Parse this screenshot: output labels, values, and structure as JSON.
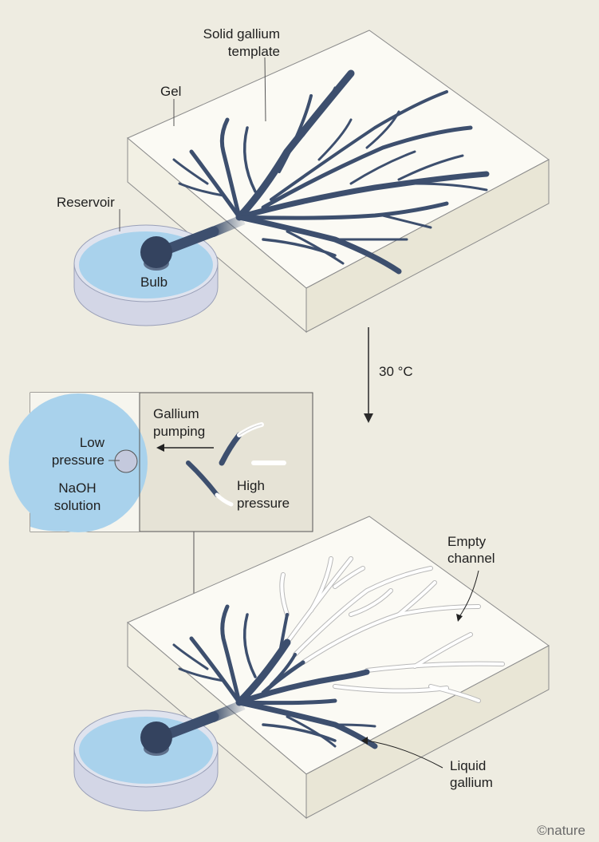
{
  "labels": {
    "solid_template_1": "Solid gallium",
    "solid_template_2": "template",
    "gel": "Gel",
    "reservoir": "Reservoir",
    "bulb": "Bulb",
    "temperature": "30 °C",
    "gallium_pumping_1": "Gallium",
    "gallium_pumping_2": "pumping",
    "low_pressure_1": "Low",
    "low_pressure_2": "pressure",
    "naoh_1": "NaOH",
    "naoh_2": "solution",
    "high_pressure_1": "High",
    "high_pressure_2": "pressure",
    "empty_channel_1": "Empty",
    "empty_channel_2": "channel",
    "liquid_gallium_1": "Liquid",
    "liquid_gallium_2": "gallium",
    "credit": "©nature"
  },
  "colors": {
    "background": "#eeece1",
    "gel_top": "#fbfaf4",
    "gel_side": "#f1efe2",
    "gallium": "#3d4f6e",
    "empty_channel": "#ffffff",
    "naoh": "#a9d2ec",
    "inset_right": "#e6e3d6"
  }
}
